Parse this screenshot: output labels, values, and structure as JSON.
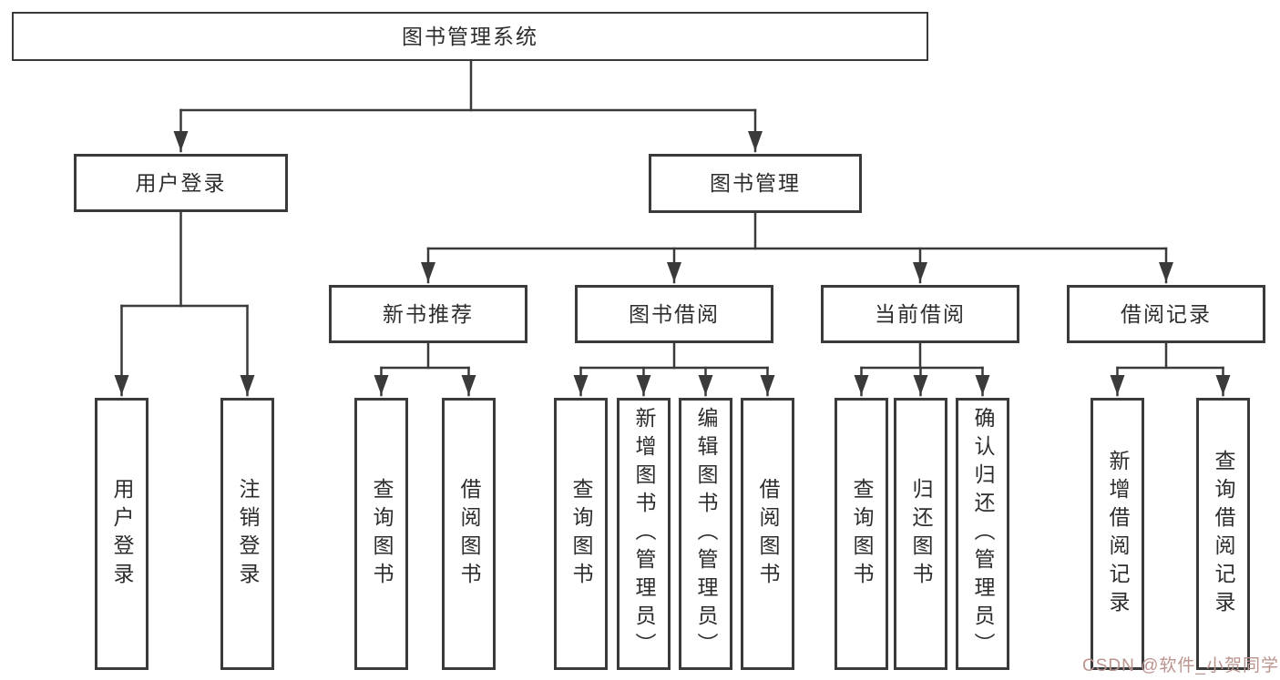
{
  "colors": {
    "line": "#3a3a3a",
    "border": "#3a3a3a",
    "text": "#2d2d2d",
    "background": "#ffffff",
    "watermark": "#bb948f"
  },
  "diagram": {
    "root": {
      "label": "图书管理系统"
    },
    "level2": [
      {
        "id": "user-login",
        "label": "用户登录"
      },
      {
        "id": "book-management",
        "label": "图书管理"
      }
    ],
    "level3": [
      {
        "id": "new-book-recommend",
        "label": "新书推荐"
      },
      {
        "id": "book-borrow",
        "label": "图书借阅"
      },
      {
        "id": "current-borrow",
        "label": "当前借阅"
      },
      {
        "id": "borrow-records",
        "label": "借阅记录"
      }
    ],
    "leaves": [
      {
        "id": "user-login",
        "label": "用户登录"
      },
      {
        "id": "logout",
        "label": "注销登录"
      },
      {
        "id": "query-books-recommend",
        "label": "查询图书"
      },
      {
        "id": "borrow-books-recommend",
        "label": "借阅图书"
      },
      {
        "id": "query-books-borrow",
        "label": "查询图书"
      },
      {
        "id": "add-book-admin",
        "label": "新增图书（管理员）"
      },
      {
        "id": "edit-book-admin",
        "label": "编辑图书（管理员）"
      },
      {
        "id": "borrow-books-borrow",
        "label": "借阅图书"
      },
      {
        "id": "query-books-current",
        "label": "查询图书"
      },
      {
        "id": "return-book",
        "label": "归还图书"
      },
      {
        "id": "confirm-return-admin",
        "label": "确认归还（管理员）"
      },
      {
        "id": "add-borrow-record",
        "label": "新增借阅记录"
      },
      {
        "id": "query-borrow-record",
        "label": "查询借阅记录"
      }
    ]
  },
  "watermark": {
    "text": "CSDN @软件_小贺同学"
  }
}
